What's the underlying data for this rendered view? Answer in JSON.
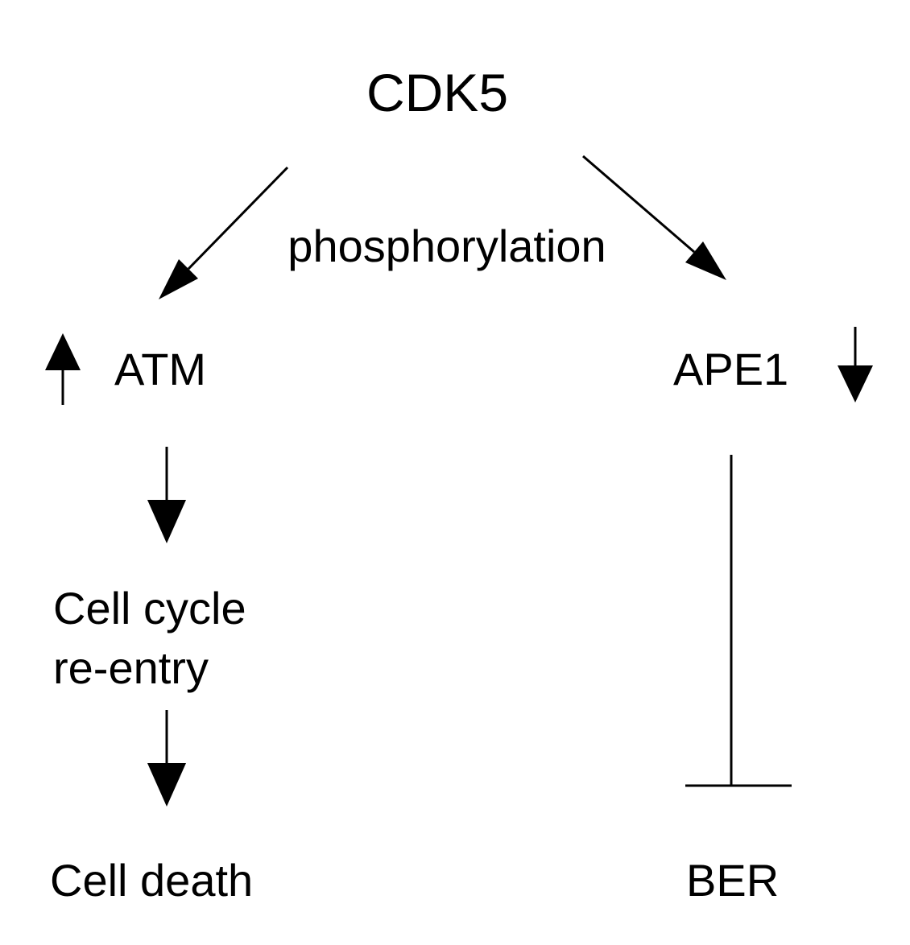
{
  "diagram": {
    "top_node": "CDK5",
    "edge_label": "phosphorylation",
    "left_node": "ATM",
    "left_trend": "up",
    "right_node": "APE1",
    "right_trend": "down",
    "left_mid": [
      "Cell cycle",
      "re-entry"
    ],
    "left_bottom": "Cell death",
    "right_bottom": "BER",
    "right_relation": "inhibits",
    "colors": {
      "ink": "#000000",
      "background": "#ffffff"
    }
  }
}
